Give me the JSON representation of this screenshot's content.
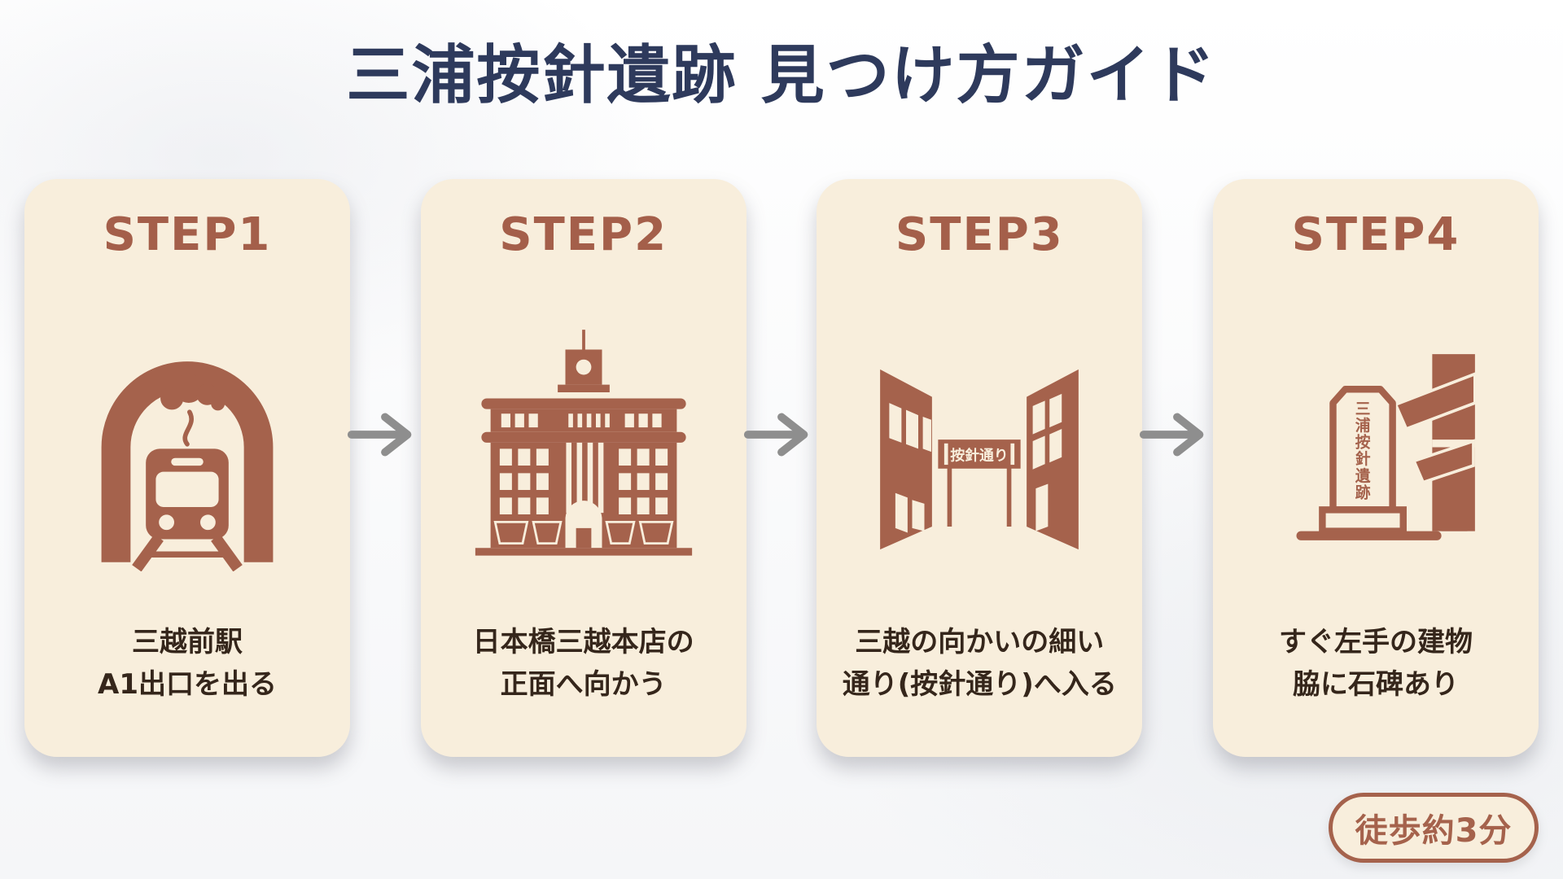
{
  "title": "三浦按針遺跡 見つけ方ガイド",
  "steps": [
    {
      "label": "STEP1",
      "icon": "train-tunnel-icon",
      "caption_line1": "三越前駅",
      "caption_line2": "A1出口を出る"
    },
    {
      "label": "STEP2",
      "icon": "department-store-icon",
      "caption_line1": "日本橋三越本店の",
      "caption_line2": "正面へ向かう"
    },
    {
      "label": "STEP3",
      "icon": "alley-street-sign-icon",
      "caption_line1": "三越の向かいの細い",
      "caption_line2": "通り(按針通り)へ入る",
      "sign_text": "按針通り"
    },
    {
      "label": "STEP4",
      "icon": "stone-monument-icon",
      "caption_line1": "すぐ左手の建物",
      "caption_line2": "脇に石碑あり",
      "stele_chars": [
        "三",
        "浦",
        "按",
        "針",
        "遺",
        "跡"
      ]
    }
  ],
  "badge": {
    "label": "徒歩約3分"
  },
  "colors": {
    "accent_brown": "#A5624C",
    "card_bg": "#F8EEDC",
    "title_navy": "#2E3A5C",
    "text_dark": "#35261B",
    "arrow_gray": "#8E8E8E"
  }
}
